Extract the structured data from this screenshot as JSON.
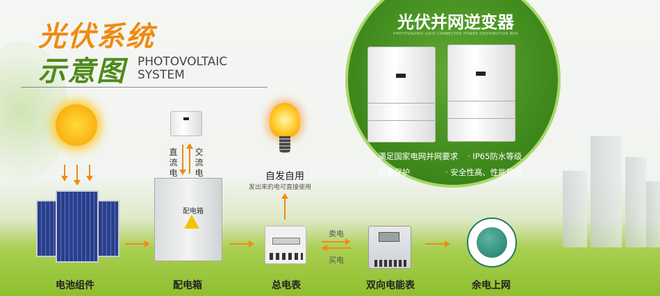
{
  "title": {
    "line1": "光伏系统",
    "line2": "示意图",
    "en_line1": "PHOTOVOLTAIC",
    "en_line2": "SYSTEM"
  },
  "inverter_panel": {
    "title": "光伏并网逆变器",
    "subtitle": "PHOTOVOLTAIC GRID CONNECTED POWER DISTRIBUTION BOX",
    "features": [
      "· 满足国家电网并网要求",
      "· IP65防水等级",
      "· 防雷保护",
      "· 安全性高、性能稳定"
    ]
  },
  "nodes": {
    "solar": "电池组件",
    "distribution_box": "配电箱",
    "distribution_box_face": "配电箱",
    "main_meter": "总电表",
    "bidirectional_meter": "双向电能表",
    "grid": "余电上网"
  },
  "dc_label": "直流电",
  "ac_label": "交流电",
  "self_use": {
    "title": "自发自用",
    "subtitle": "发出来的电可直接使用"
  },
  "sell_label": "卖电",
  "buy_label": "买电",
  "colors": {
    "accent": "#f08a12",
    "green": "#3c861a",
    "grid_logo": "#1d7a6a"
  }
}
